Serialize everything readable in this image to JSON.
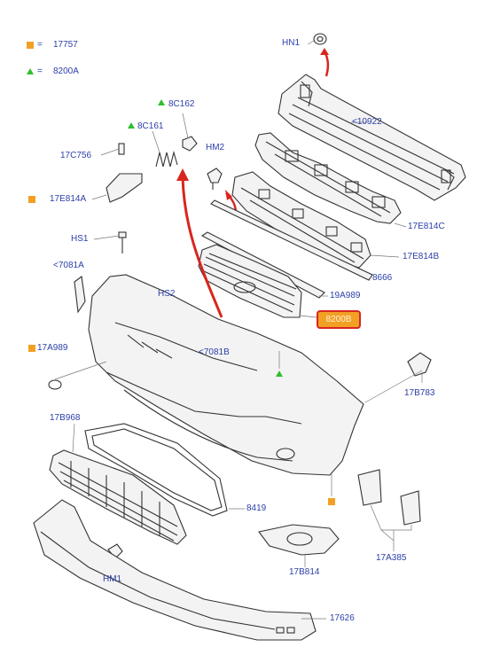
{
  "legend": {
    "square_label": "17757",
    "square_eq": "=",
    "triangle_label": "8200A",
    "triangle_eq": "=",
    "square_color": "#f2a024",
    "triangle_color": "#2fbf2f"
  },
  "callouts": {
    "hn1_top": "HN1",
    "c10922": "<10922",
    "c8c162": "8C162",
    "c8c161": "8C161",
    "hm2": "HM2",
    "c17c756": "17C756",
    "c17e814a": "17E814A",
    "c17e814c": "17E814C",
    "c17e814b": "17E814B",
    "hs1": "HS1",
    "c7081a": "<7081A",
    "c8666": "8666",
    "c19a989": "19A989",
    "hs2": "HS2",
    "c8200b": "8200B",
    "c17a989": "17A989",
    "c7081b": "<7081B",
    "c17b783": "17B783",
    "c17b968": "17B968",
    "c8419": "8419",
    "hm1": "HM1",
    "c17b814": "17B814",
    "c17a385": "17A385",
    "c17626": "17626"
  },
  "highlight_color": "#d8261e",
  "arrow_color": "#d8261e"
}
